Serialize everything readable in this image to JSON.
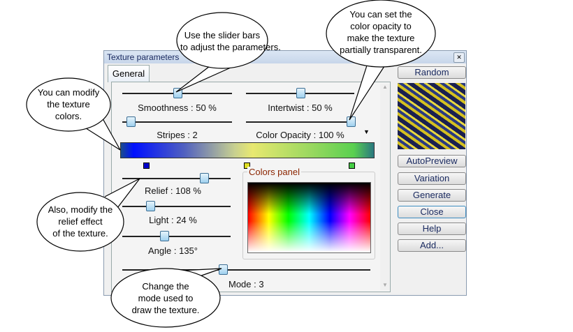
{
  "dialog": {
    "title": "Texture parameters",
    "tab": "General"
  },
  "sliders": {
    "smoothness": {
      "label": "Smoothness : 50 %",
      "value": 50
    },
    "intertwist": {
      "label": "Intertwist : 50 %",
      "value": 50
    },
    "stripes": {
      "label": "Stripes : 2",
      "value": 2
    },
    "opacity": {
      "label": "Color Opacity : 100 %",
      "value": 100
    },
    "relief": {
      "label": "Relief : 108 %",
      "value": 108
    },
    "light": {
      "label": "Light : 24 %",
      "value": 24
    },
    "angle": {
      "label": "Angle : 135°",
      "value": 135
    },
    "mode": {
      "label": "Mode : 3",
      "value": 3
    }
  },
  "colors_panel": {
    "label": "Colors panel",
    "stops": [
      "#0000cc",
      "#dddd22",
      "#44cc44"
    ]
  },
  "buttons": {
    "random": "Random",
    "autopreview": "AutoPreview",
    "variation": "Variation",
    "generate": "Generate",
    "close": "Close",
    "help": "Help",
    "add": "Add..."
  },
  "callouts": {
    "slider": [
      "Use the slider bars",
      "to adjust the parameters."
    ],
    "opacity": [
      "You can set the",
      "color opacity to",
      "make the texture",
      "partially transparent."
    ],
    "colors": [
      "You can modify",
      "the texture",
      "colors."
    ],
    "relief": [
      "Also, modify the",
      "relief effect",
      "of the texture."
    ],
    "mode": [
      "Change the",
      "mode used to",
      "draw the texture."
    ]
  }
}
